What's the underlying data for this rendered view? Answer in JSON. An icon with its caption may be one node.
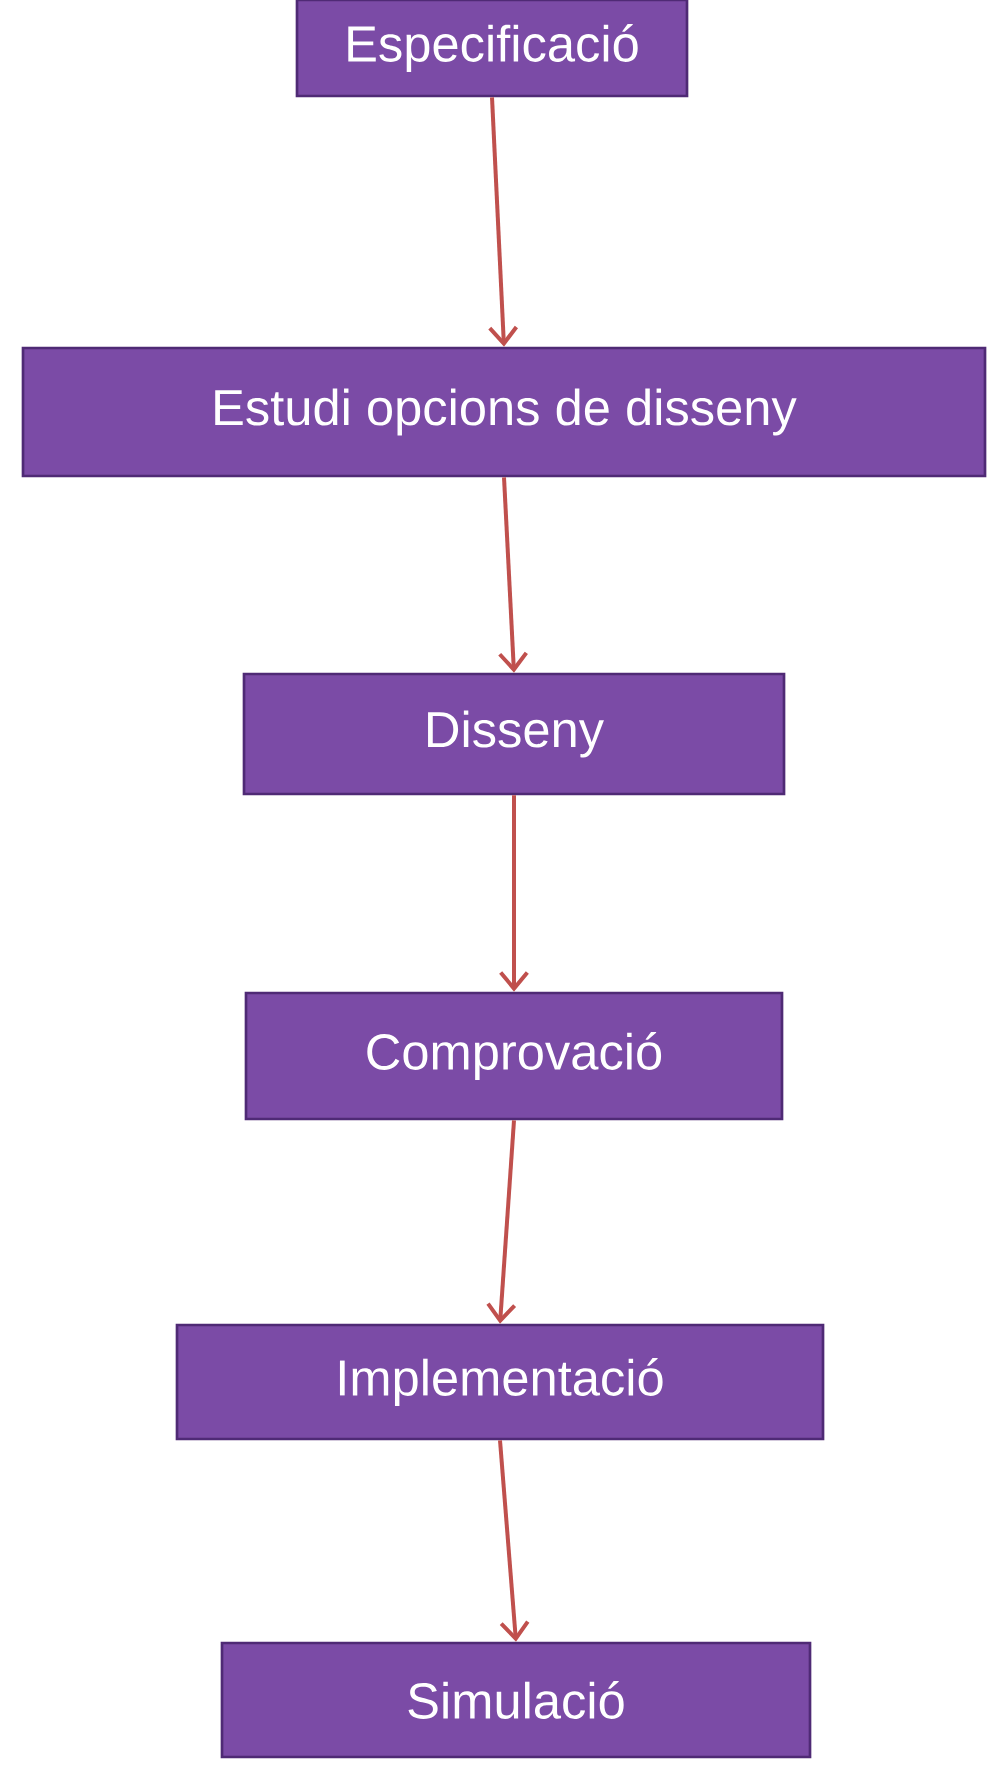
{
  "diagram": {
    "nodes": [
      {
        "text": [
          "Especificació"
        ]
      },
      {
        "text": [
          "Estudi opcions de disseny"
        ]
      },
      {
        "text": [
          "Disseny"
        ]
      },
      {
        "text": [
          "Comprovació"
        ]
      },
      {
        "text": [
          "Implementació"
        ]
      },
      {
        "text": [
          "Simulació"
        ]
      }
    ],
    "edges": [
      {
        "from": 0,
        "to": 1,
        "arrow": "to"
      },
      {
        "from": 1,
        "to": 2,
        "arrow": "to"
      },
      {
        "from": 2,
        "to": 3,
        "arrow": "to"
      },
      {
        "from": 3,
        "to": 4,
        "arrow": "to"
      },
      {
        "from": 4,
        "to": 5,
        "arrow": "to"
      }
    ]
  }
}
